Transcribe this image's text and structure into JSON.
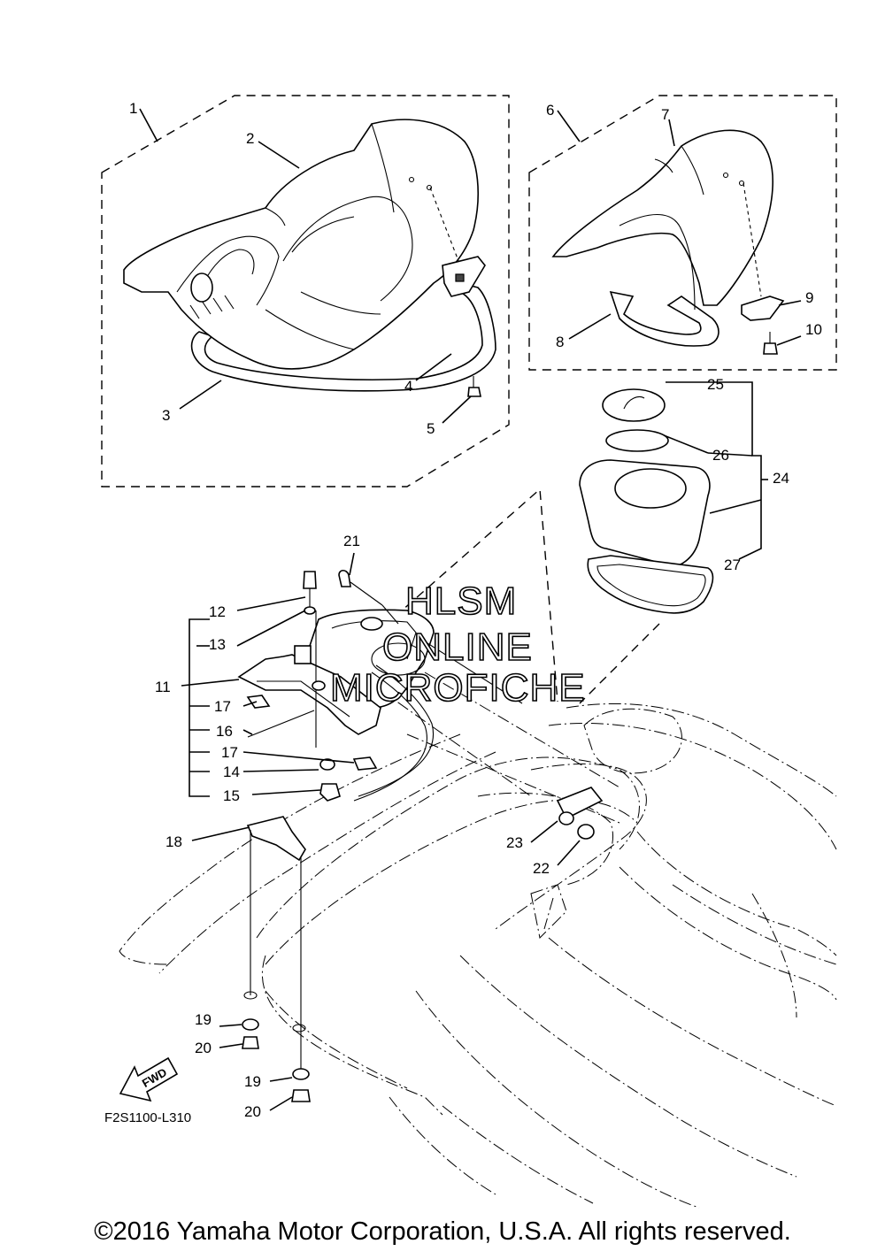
{
  "callouts": {
    "c1": "1",
    "c2": "2",
    "c3": "3",
    "c4": "4",
    "c5": "5",
    "c6": "6",
    "c7": "7",
    "c8": "8",
    "c9": "9",
    "c10": "10",
    "c11": "11",
    "c12": "12",
    "c13": "13",
    "c14": "14",
    "c15": "15",
    "c16": "16",
    "c17a": "17",
    "c17b": "17",
    "c18": "18",
    "c19a": "19",
    "c19b": "19",
    "c20a": "20",
    "c20b": "20",
    "c21": "21",
    "c22": "22",
    "c23": "23",
    "c24": "24",
    "c25": "25",
    "c26": "26",
    "c27": "27"
  },
  "watermark": {
    "line1": "HLSM",
    "line2": "ONLINE",
    "line3": "MICROFICHE"
  },
  "fwd_label": "FWD",
  "figure_ref": "F2S1100-L310",
  "copyright": "©2016 Yamaha Motor Corporation, U.S.A. All rights reserved."
}
